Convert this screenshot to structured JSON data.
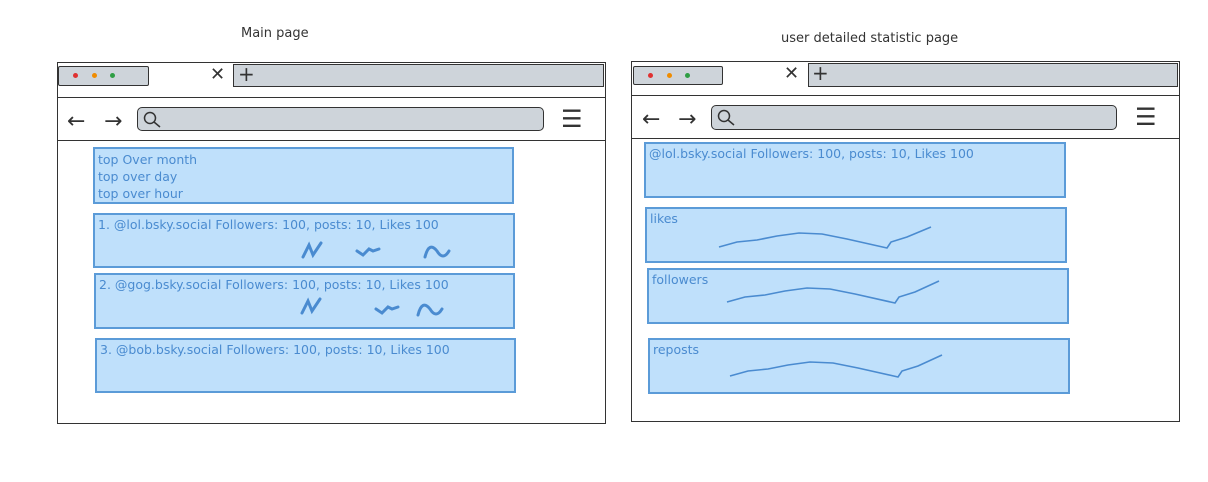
{
  "main_page": {
    "caption": "Main page",
    "filters": [
      "top Over month",
      "top over day",
      "top over hour"
    ],
    "users": [
      {
        "rank_text": "1. @lol.bsky.social Followers: 100, posts: 10, Likes 100"
      },
      {
        "rank_text": "2. @gog.bsky.social Followers: 100, posts: 10, Likes 100"
      },
      {
        "rank_text": "3. @bob.bsky.social Followers: 100, posts: 10, Likes 100"
      }
    ]
  },
  "detail_page": {
    "caption": "user detailed statistic page",
    "user_summary": "@lol.bsky.social Followers: 100, posts: 10, Likes 100",
    "charts": [
      {
        "label": "likes"
      },
      {
        "label": "followers"
      },
      {
        "label": "reposts"
      }
    ]
  },
  "browser": {
    "close_glyph": "✕",
    "new_tab_glyph": "+",
    "back_glyph": "←",
    "forward_glyph": "→",
    "menu_glyph": "☰"
  },
  "colors": {
    "box_fill": "#bfe0fb",
    "box_stroke": "#5b9bd8",
    "chrome": "#ced4da"
  }
}
